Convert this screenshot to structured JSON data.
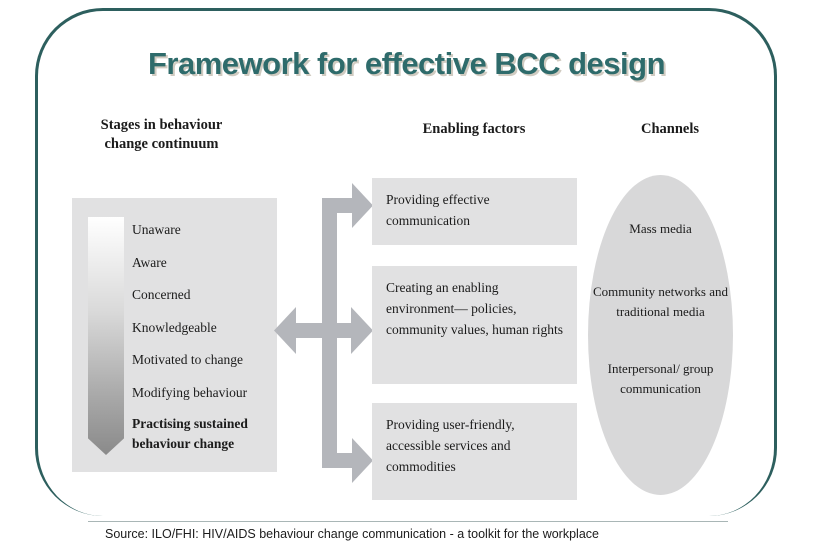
{
  "title": "Framework for effective BCC design",
  "columns": {
    "stages": {
      "header": "Stages in behaviour change continuum",
      "items": [
        "Unaware",
        "Aware",
        "Concerned",
        "Knowledgeable",
        "Motivated to change",
        "Modifying behaviour"
      ],
      "final_item": "Practising sustained behaviour change"
    },
    "enabling": {
      "header": "Enabling factors",
      "boxes": [
        "Providing effective communication",
        "Creating an enabling environment— policies, community values, human rights",
        "Providing user-friendly, accessible services and commodities"
      ]
    },
    "channels": {
      "header": "Channels",
      "items": [
        "Mass media",
        "Community networks and traditional media",
        "Interpersonal/ group communication"
      ]
    }
  },
  "source": "Source: ILO/FHI: HIV/AIDS behaviour change communication - a toolkit for the workplace",
  "colors": {
    "frame": "#2d5f5e",
    "title": "#2e6b6b",
    "panel_fill": "#e1e1e2",
    "ellipse_fill": "#d8d8d9",
    "arrow": "#b4b6bb",
    "divider": "#a9b6b6",
    "text": "#1b1b1b"
  }
}
